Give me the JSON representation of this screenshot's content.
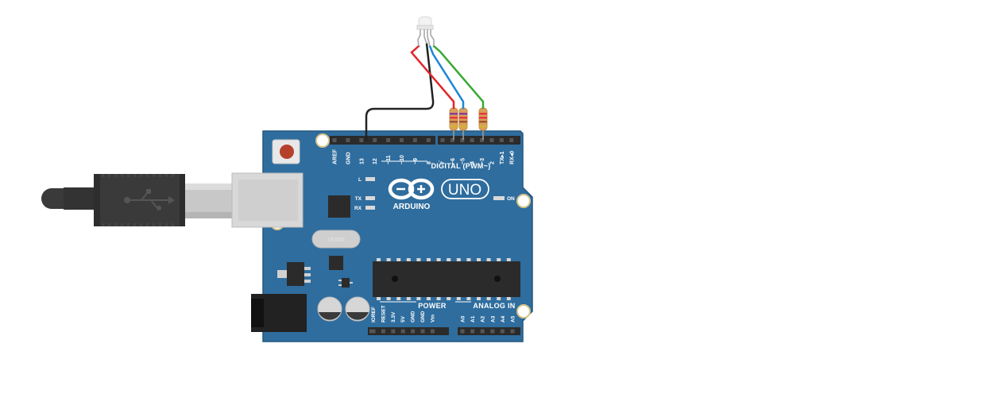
{
  "board": {
    "brand": "ARDUINO",
    "model": "UNO",
    "crystal_marking": "16.000",
    "digital_header_label": "DIGITAL (PWM~)",
    "power_header_label": "POWER",
    "analog_header_label": "ANALOG IN",
    "led_l": "L",
    "led_tx": "TX",
    "led_rx": "RX",
    "led_on": "ON",
    "digital_pins_left": [
      "AREF",
      "GND",
      "13",
      "12",
      "~11",
      "~10",
      "~9",
      "8"
    ],
    "digital_pins_right": [
      "7",
      "~6",
      "~5",
      "4",
      "~3",
      "2",
      "TX▸1",
      "RX◂0"
    ],
    "power_pins": [
      "IOREF",
      "RESET",
      "3.3V",
      "5V",
      "GND",
      "GND",
      "Vin"
    ],
    "analog_pins": [
      "A0",
      "A1",
      "A2",
      "A3",
      "A4",
      "A5"
    ]
  },
  "wires": [
    {
      "name": "gnd",
      "color": "#222222"
    },
    {
      "name": "red",
      "color": "#e0262a"
    },
    {
      "name": "blue",
      "color": "#1e88d6"
    },
    {
      "name": "green",
      "color": "#3aa935"
    }
  ],
  "colors": {
    "board": "#2f6d9e",
    "board_dark": "#24587f",
    "header": "#2b2b2b",
    "usb_cable": "#3a3a3a"
  }
}
